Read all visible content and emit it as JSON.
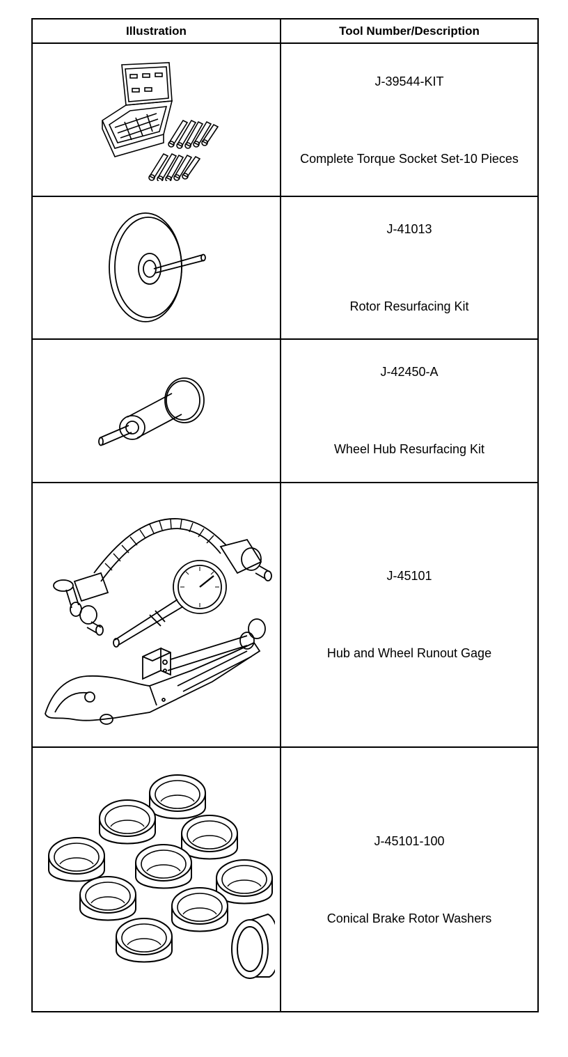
{
  "table": {
    "headers": {
      "illustration": "Illustration",
      "tool": "Tool Number/Description"
    },
    "rows": [
      {
        "number": "J-39544-KIT",
        "description": "Complete Torque Socket Set-10 Pieces",
        "illustration_icon": "torque-socket-set-icon"
      },
      {
        "number": "J-41013",
        "description": "Rotor Resurfacing Kit",
        "illustration_icon": "rotor-resurfacing-kit-icon"
      },
      {
        "number": "J-42450-A",
        "description": "Wheel Hub Resurfacing Kit",
        "illustration_icon": "wheel-hub-resurfacing-kit-icon"
      },
      {
        "number": "J-45101",
        "description": "Hub and Wheel Runout Gage",
        "illustration_icon": "runout-gage-icon"
      },
      {
        "number": "J-45101-100",
        "description": "Conical Brake Rotor Washers",
        "illustration_icon": "conical-washers-icon"
      }
    ]
  }
}
